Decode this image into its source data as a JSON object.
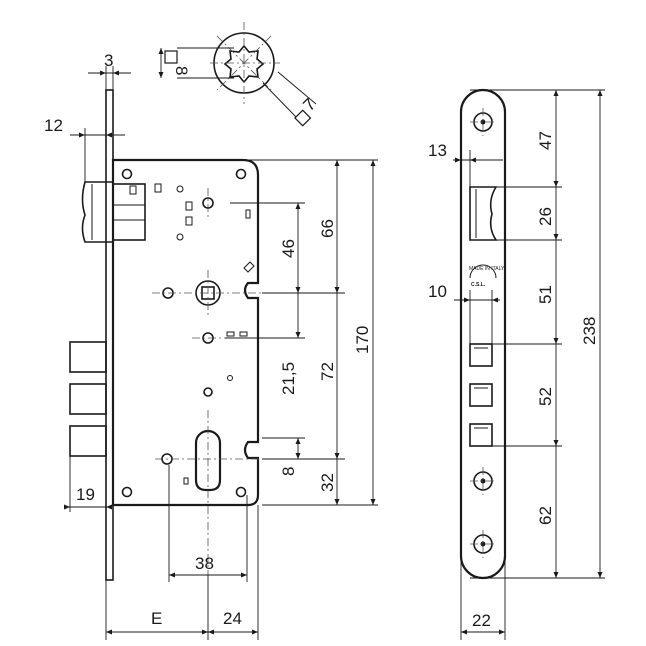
{
  "dimensions": {
    "faceplate_thickness": "3",
    "cylinder_spindle_square": "8",
    "handle_spindle_square": "7",
    "latch_projection": "12",
    "latch_to_spindle": "46",
    "top_to_spindle": "66",
    "case_height": "170",
    "spindle_to_cylinder": "72",
    "spindle_to_aux": "21,5",
    "cylinder_to_bottom": "32",
    "cylinder_offset": "8",
    "bolt_projection": "19",
    "cylinder_width": "38",
    "backset": "E",
    "case_depth_to_cylinder": "24",
    "strike_latch_width": "13",
    "strike_bolt_width": "10",
    "strike_top": "47",
    "strike_latch_height": "26",
    "strike_mid": "51",
    "strike_bolt_span": "52",
    "strike_bottom": "62",
    "strike_total": "238",
    "strike_width": "22"
  },
  "stamp": {
    "line1": "MADE IN ITALY",
    "line2": "C.S.L."
  }
}
